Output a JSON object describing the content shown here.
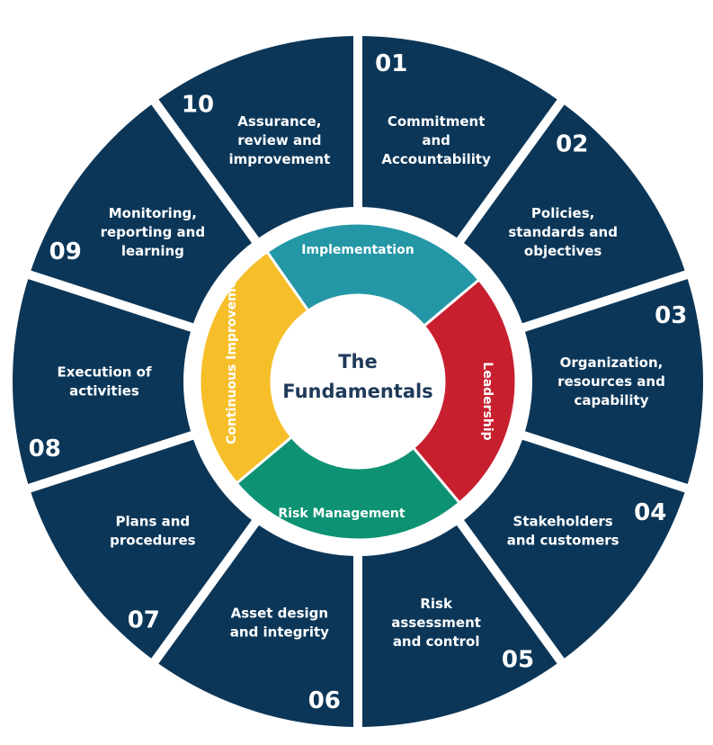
{
  "center_title": [
    "The",
    "Fundamentals"
  ],
  "colors": {
    "navy": "#0b3658",
    "gap": "#ffffff",
    "implementation": "#2497a7",
    "leadership": "#c81f2f",
    "risk_management": "#0e9274",
    "continuous_improvement": "#f6bf2a",
    "center_text": "#1f3a5a"
  },
  "inner_ring": [
    {
      "label": "Implementation",
      "color": "#2497a7"
    },
    {
      "label": "Leadership",
      "color": "#c81f2f"
    },
    {
      "label": "Risk Management",
      "color": "#0e9274"
    },
    {
      "label": "Continuous Improvement",
      "color": "#f6bf2a"
    }
  ],
  "segments": [
    {
      "number": "01",
      "lines": [
        "Commitment",
        "and",
        "Accountability"
      ]
    },
    {
      "number": "02",
      "lines": [
        "Policies,",
        "standards and",
        "objectives"
      ]
    },
    {
      "number": "03",
      "lines": [
        "Organization,",
        "resources and",
        "capability"
      ]
    },
    {
      "number": "04",
      "lines": [
        "Stakeholders",
        "and customers"
      ]
    },
    {
      "number": "05",
      "lines": [
        "Risk",
        "assessment",
        "and control"
      ]
    },
    {
      "number": "06",
      "lines": [
        "Asset design",
        "and integrity"
      ]
    },
    {
      "number": "07",
      "lines": [
        "Plans and",
        "procedures"
      ]
    },
    {
      "number": "08",
      "lines": [
        "Execution of",
        "activities"
      ]
    },
    {
      "number": "09",
      "lines": [
        "Monitoring,",
        "reporting and",
        "learning"
      ]
    },
    {
      "number": "10",
      "lines": [
        "Assurance,",
        "review and",
        "improvement"
      ]
    }
  ]
}
